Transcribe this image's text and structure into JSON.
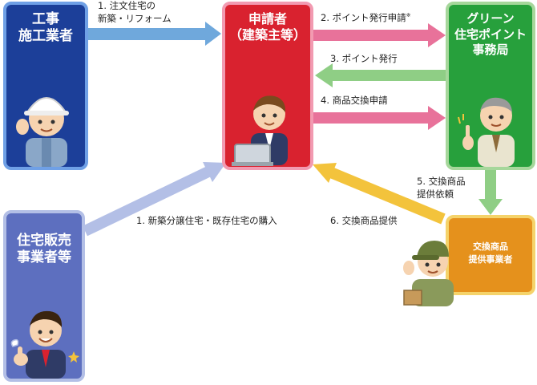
{
  "nodes": {
    "contractor": {
      "label": "工事\n施工業者"
    },
    "applicant": {
      "label": "申請者\n（建築主等）"
    },
    "office": {
      "label": "グリーン\n住宅ポイント\n事務局"
    },
    "seller": {
      "label": "住宅販売\n事業者等"
    },
    "supplier": {
      "label": "交換商品\n提供事業者"
    }
  },
  "arrows": {
    "a1_order_label": "1. 注文住宅の\n新築・リフォーム",
    "a2_label": "2. ポイント発行申請",
    "a2_note_mark": "※",
    "a3_label": "3. ポイント発行",
    "a4_label": "4. 商品交換申請",
    "a5_label": "5. 交換商品\n提供依頼",
    "a1_purchase_label": "1. 新築分譲住宅・既存住宅の購入",
    "a6_label": "6. 交換商品提供"
  },
  "colors": {
    "contractor_bg": "#1c3f99",
    "applicant_bg": "#d9222f",
    "office_bg": "#27a03c",
    "seller_bg": "#5d6fbf",
    "supplier_bg": "#e5911c",
    "arrow_blue": "#6fa8dc",
    "arrow_pink": "#e8729a",
    "arrow_green": "#8fce85",
    "arrow_lavender": "#b3bfe6",
    "arrow_yellow": "#f3c33c"
  },
  "icons": [
    "worker-helmet-person",
    "businessman-laptop-person",
    "official-pointing-person",
    "salesman-thumbs-up-person",
    "delivery-worker-cap-person"
  ]
}
